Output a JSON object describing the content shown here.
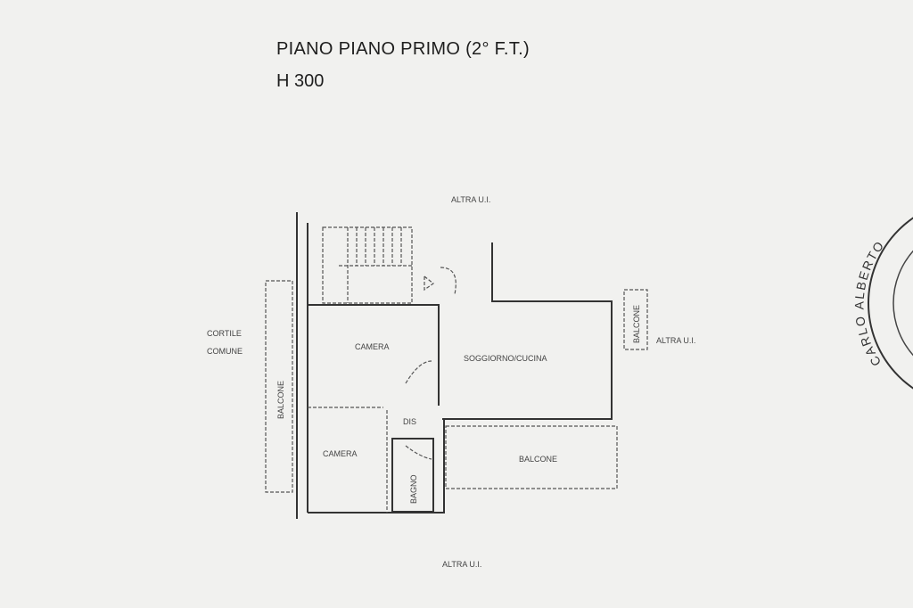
{
  "header": {
    "title": "PIANO PIANO PRIMO (2° F.T.)",
    "height": "H 300"
  },
  "plan": {
    "labels": {
      "top": "ALTRA U.I.",
      "right": "ALTRA U.I.",
      "bottom": "ALTRA U.I.",
      "courtyard_line1": "CORTILE",
      "courtyard_line2": "COMUNE",
      "balcony_left": "BALCONE",
      "balcony_right": "BALCONE",
      "balcony_bottom": "BALCONE",
      "bedroom_top": "CAMERA",
      "bedroom_bottom": "CAMERA",
      "living": "SOGGIORNO/CUCINA",
      "hall": "DIS",
      "bath": "BAGNO"
    }
  },
  "stamp": {
    "text": "CARLO ALBERTO"
  }
}
